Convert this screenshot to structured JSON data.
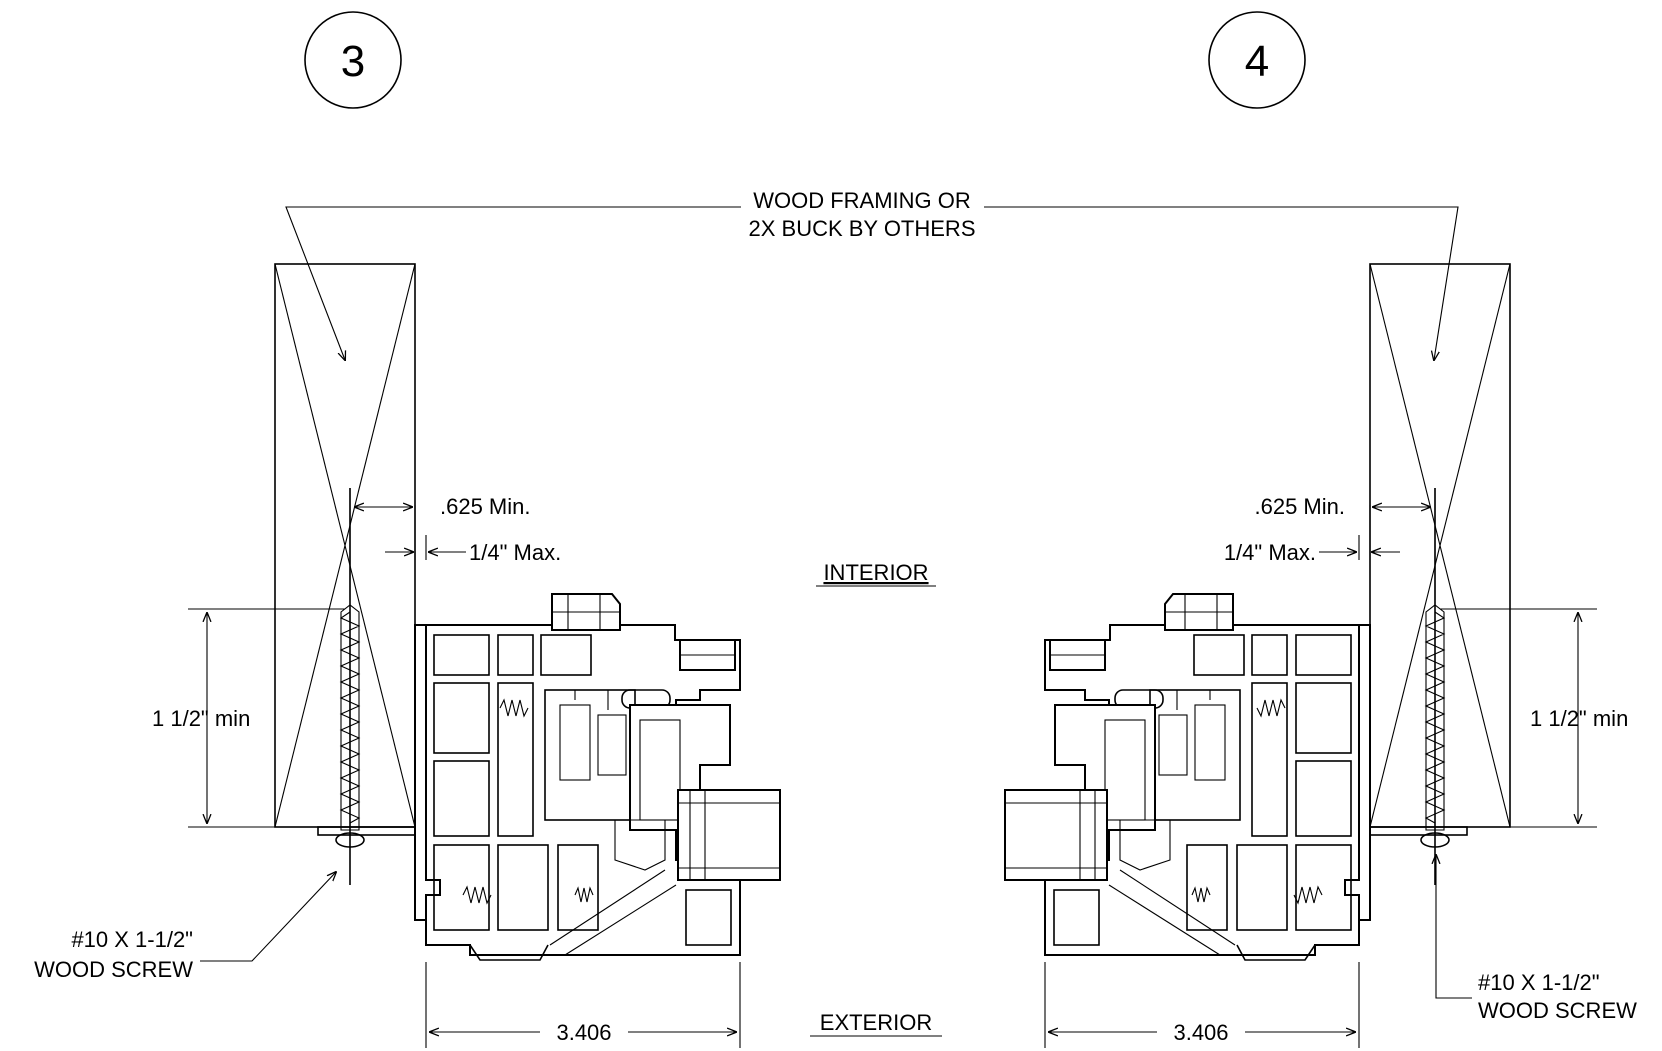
{
  "details": [
    {
      "number": "3"
    },
    {
      "number": "4"
    }
  ],
  "labels": {
    "framing_line1": "WOOD FRAMING OR",
    "framing_line2": "2X BUCK BY OTHERS",
    "interior": "INTERIOR",
    "exterior": "EXTERIOR"
  },
  "dimensions": {
    "min_clearance": ".625 Min.",
    "max_gap": "1/4\" Max.",
    "anchor_depth": "1 1/2\" min",
    "frame_depth": "3.406"
  },
  "fastener": {
    "line1": "#10 X 1-1/2\"",
    "line2": "WOOD SCREW"
  },
  "colors": {
    "line": "#000000",
    "background": "#ffffff"
  }
}
